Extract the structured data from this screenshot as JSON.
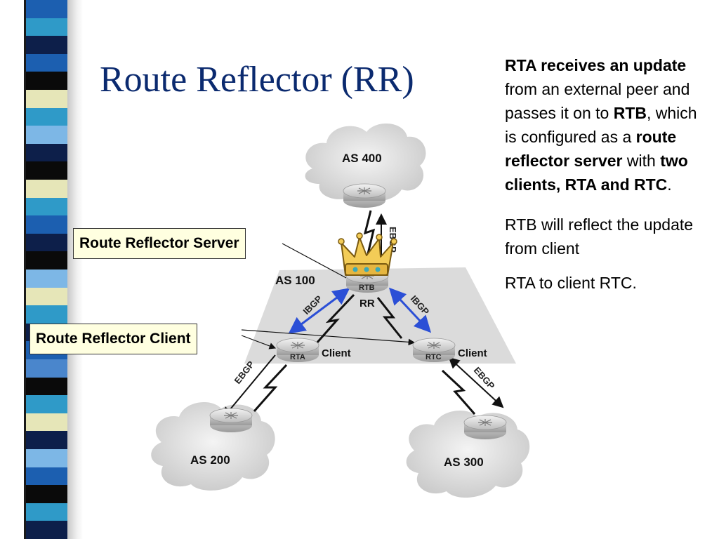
{
  "slide": {
    "title": "Route Reflector (RR)"
  },
  "callouts": {
    "server": "Route Reflector Server",
    "client": "Route Reflector Client"
  },
  "diagram": {
    "as_labels": {
      "as400": "AS 400",
      "as100": "AS 100",
      "as200": "AS 200",
      "as300": "AS 300"
    },
    "routers": {
      "rtb": "RTB",
      "rta": "RTA",
      "rtc": "RTC"
    },
    "role_labels": {
      "rr": "RR",
      "client_left": "Client",
      "client_right": "Client"
    },
    "links": {
      "ebgp_top": "EBGP",
      "ibgp_left": "IBGP",
      "ibgp_right": "IBGP",
      "ebgp_left": "EBGP",
      "ebgp_right": "EBGP"
    }
  },
  "text": {
    "p1": {
      "a": "RTA receives an update",
      "b": " from an external peer and passes it on to ",
      "c": "RTB",
      "d": ", which is configured as a ",
      "e": "route reflector server",
      "f": " with ",
      "g": "two clients, RTA and RTC",
      "h": "."
    },
    "p2": "RTB will reflect the update from client",
    "p3": "RTA to client RTC."
  },
  "colors": {
    "title": "#0b2a6f",
    "ibgp_arrow": "#2b4fd6",
    "callout_bg": "#ffffe0",
    "stripes": [
      "#1c5fb0",
      "#0d1f4a",
      "#0a0a0a",
      "#e6e6b8",
      "#2f9ac8",
      "#7db7e6",
      "#4a86cc"
    ]
  }
}
